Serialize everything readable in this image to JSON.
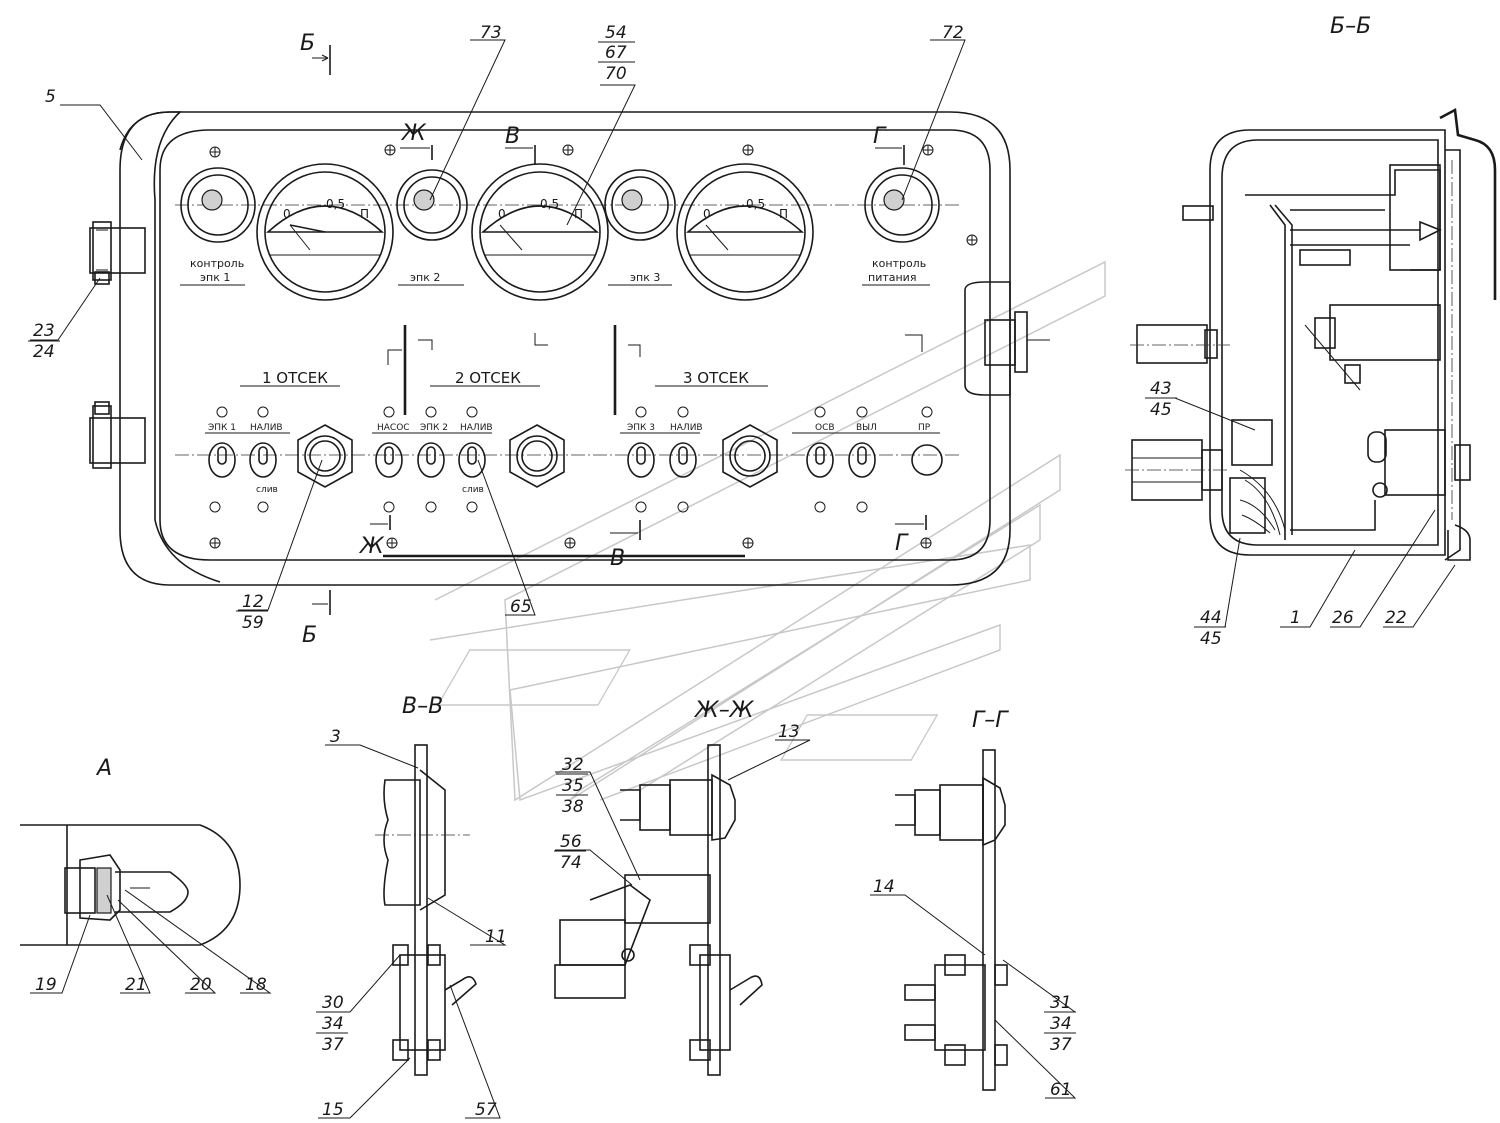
{
  "views": {
    "section_bb": "Б–Б",
    "section_vv": "В–В",
    "section_zhzh": "Ж–Ж",
    "section_gg": "Г–Г",
    "view_a": "А"
  },
  "section_marks": {
    "b": "Б",
    "v": "В",
    "zh": "Ж",
    "g": "Г"
  },
  "panel": {
    "compartments": [
      "1 ОТСЕК",
      "2 ОТСЕК",
      "3 ОТСЕК"
    ],
    "lamp_labels": [
      [
        "контроль",
        "эпк 1"
      ],
      [
        "эпк 2"
      ],
      [
        "эпк 3"
      ],
      [
        "контроль",
        "питания"
      ]
    ],
    "gauge_scale": [
      "0",
      "0,5",
      "П"
    ],
    "switch_labels": [
      "ЭПК 1",
      "НАЛИВ",
      "НАСОС",
      "ЭПК 2",
      "НАЛИВ",
      "ЭПК 3",
      "НАЛИВ",
      "ОСВ",
      "ВЫЛ",
      "ПР"
    ],
    "drain_labels": [
      "слив",
      "слив"
    ]
  },
  "callouts": {
    "c5": "5",
    "c73": "73",
    "c54": "54",
    "c67": "67",
    "c70": "70",
    "c72": "72",
    "c23": "23",
    "c24": "24",
    "c12": "12",
    "c59": "59",
    "c65": "65",
    "c43": "43",
    "c45a": "45",
    "c44": "44",
    "c45b": "45",
    "c1": "1",
    "c26": "26",
    "c22": "22",
    "c3": "3",
    "c11": "11",
    "c30": "30",
    "c34a": "34",
    "c37a": "37",
    "c15": "15",
    "c57": "57",
    "c13": "13",
    "c32": "32",
    "c35": "35",
    "c38": "38",
    "c56": "56",
    "c74": "74",
    "c14": "14",
    "c31": "31",
    "c34b": "34",
    "c37b": "37",
    "c61": "61",
    "c19": "19",
    "c21": "21",
    "c20": "20",
    "c18": "18"
  }
}
